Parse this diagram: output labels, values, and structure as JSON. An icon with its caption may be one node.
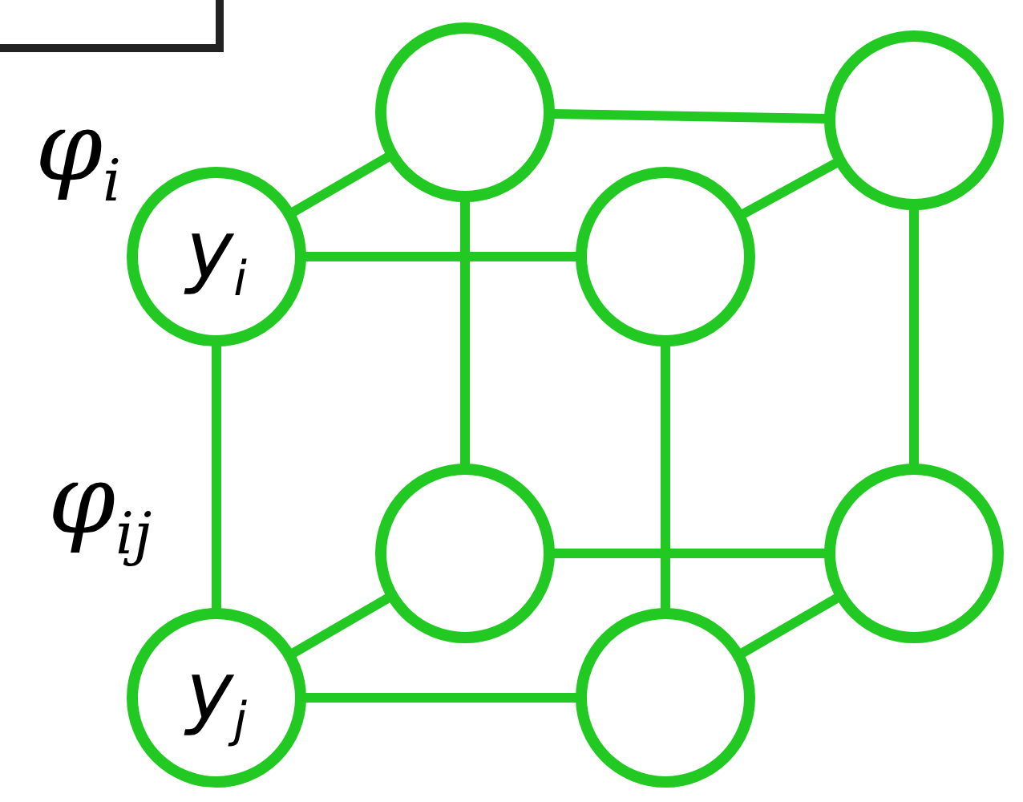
{
  "diagram": {
    "nodes": [
      {
        "text": [],
        "shape": "circle"
      },
      {
        "text": [],
        "shape": "circle"
      },
      {
        "text": [
          "y$_{i}$"
        ]
      },
      {
        "text": [],
        "shape": "circle"
      },
      {
        "text": [],
        "shape": "circle"
      },
      {
        "text": [],
        "shape": "circle"
      },
      {
        "text": [
          "y$_{j}$"
        ]
      },
      {
        "text": [],
        "shape": "circle"
      }
    ],
    "edges": [
      {
        "from": 2,
        "to": 0,
        "arrow": "none"
      },
      {
        "from": 2,
        "to": 3,
        "arrow": "none"
      },
      {
        "from": 2,
        "to": 6,
        "arrow": "none"
      },
      {
        "from": 0,
        "to": 1,
        "arrow": "none"
      },
      {
        "from": 0,
        "to": 4,
        "arrow": "none"
      },
      {
        "from": 3,
        "to": 1,
        "arrow": "none"
      },
      {
        "from": 3,
        "to": 7,
        "arrow": "none"
      },
      {
        "from": 1,
        "to": 5,
        "arrow": "none"
      },
      {
        "from": 4,
        "to": 5,
        "arrow": "none"
      },
      {
        "from": 6,
        "to": 4,
        "arrow": "none"
      },
      {
        "from": 6,
        "to": 7,
        "arrow": "none"
      },
      {
        "from": 7,
        "to": 5,
        "arrow": "none"
      }
    ],
    "labels": [
      "φ$_{i}$",
      "φ$_{ij}$"
    ]
  }
}
